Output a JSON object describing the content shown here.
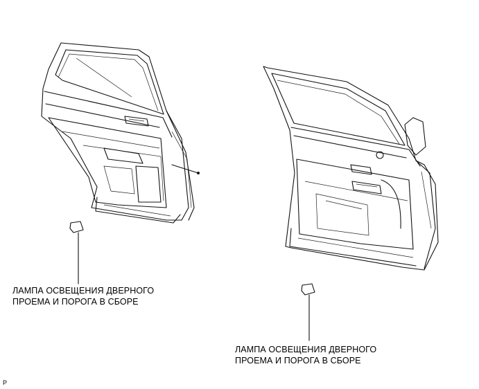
{
  "callouts": {
    "rear_lamp": {
      "line1": "ЛАМПА ОСВЕЩЕНИЯ ДВЕРНОГО",
      "line2": "ПРОЕМА И ПОРОГА В СБОРЕ"
    },
    "front_lamp": {
      "line1": "ЛАМПА ОСВЕЩЕНИЯ ДВЕРНОГО",
      "line2": "ПРОЕМА И ПОРОГА В СБОРЕ"
    }
  },
  "figure_code": "P"
}
